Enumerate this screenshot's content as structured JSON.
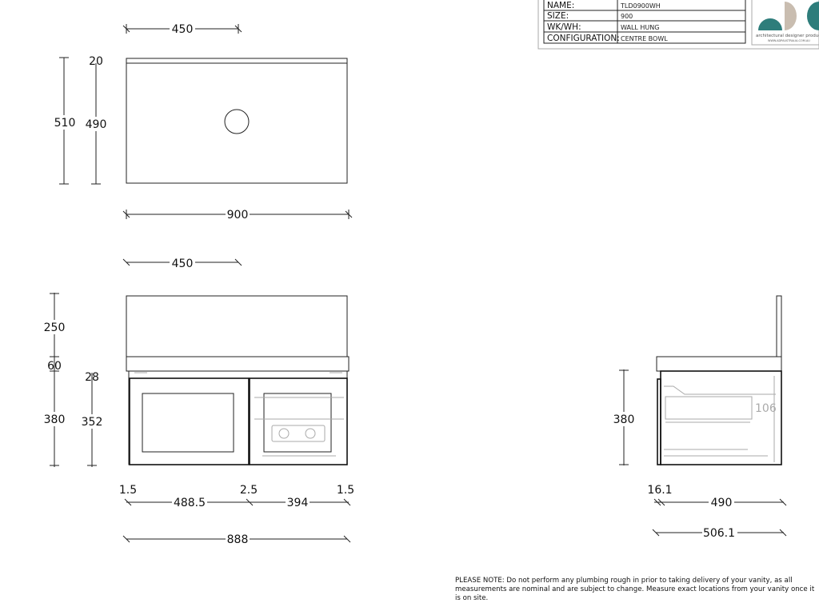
{
  "title_block": {
    "rows": [
      {
        "label": "NAME:",
        "value": "TLD0900WH"
      },
      {
        "label": "SIZE:",
        "value": "900"
      },
      {
        "label": "WK/WH:",
        "value": "WALL HUNG"
      },
      {
        "label": "CONFIGURATION:",
        "value": "CENTRE BOWL"
      }
    ],
    "logo_text": "architectural designer products",
    "logo_url_text": "WWW.ADPAUSTRALIA.COM.AU",
    "logo_colors": {
      "teal": "#2e7d7b",
      "taupe": "#c9bdb0"
    }
  },
  "plan_view": {
    "dims": {
      "half_width": "450",
      "width": "900",
      "depth": "510",
      "inner_depth": "490",
      "lip": "20"
    }
  },
  "front_view": {
    "dims": {
      "half_width": "450",
      "splash": "250",
      "bench": "60",
      "cabinet": "380",
      "gap": "28",
      "door_height": "352",
      "left_gap": "1.5",
      "mid_gap": "2.5",
      "right_gap": "1.5",
      "left_door": "488.5",
      "right_door": "394",
      "total": "888"
    }
  },
  "side_view": {
    "dims": {
      "cabinet": "380",
      "door": "16.1",
      "depth": "490",
      "total_depth": "506.1",
      "internal": "106"
    }
  },
  "note": "PLEASE NOTE: Do not perform any plumbing rough in prior to taking delivery of your vanity, as all measurements are nominal and are subject to change. Measure exact locations from your vanity once it is on site."
}
